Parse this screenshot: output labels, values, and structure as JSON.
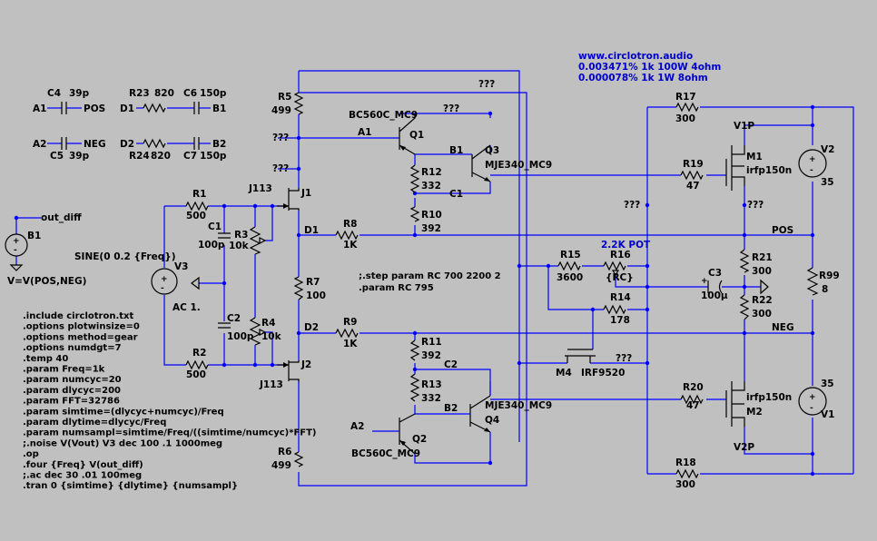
{
  "header": {
    "url": "www.circlotron.audio",
    "line1": "0.003471% 1k 100W 4ohm",
    "line2": "0.000078% 1k 1W 8ohm"
  },
  "unknown_label": "???",
  "legend": {
    "c4": "C4",
    "c4v": "39p",
    "a1": "A1",
    "pos": "POS",
    "r23": "R23",
    "r23v": "820",
    "c6": "C6",
    "c6v": "150p",
    "d1": "D1",
    "b1": "B1",
    "a2": "A2",
    "neg": "NEG",
    "c5": "C5",
    "c5v": "39p",
    "d2": "D2",
    "b2": "B2",
    "r24": "R24",
    "r24v": "820",
    "c7": "C7",
    "c7v": "150p"
  },
  "source_b1": {
    "net": "out_diff",
    "name": "B1",
    "expr": "V=V(POS,NEG)"
  },
  "source_v3": {
    "expr": "SINE(0 0.2 {Freq})",
    "name": "V3",
    "ac": "AC 1."
  },
  "components": {
    "r5": {
      "name": "R5",
      "value": "499"
    },
    "r1": {
      "name": "R1",
      "value": "500"
    },
    "r2": {
      "name": "R2",
      "value": "500"
    },
    "c1": {
      "name": "C1",
      "value": "100p"
    },
    "c2": {
      "name": "C2",
      "value": "100p"
    },
    "r3": {
      "name": "R3",
      "value": "10k"
    },
    "r4": {
      "name": "R4",
      "value": "10k"
    },
    "j1": {
      "name": "J1",
      "model": "J113"
    },
    "j2": {
      "name": "J2",
      "model": "J113"
    },
    "r7": {
      "name": "R7",
      "value": "100"
    },
    "r8": {
      "name": "R8",
      "value": "1K"
    },
    "r9": {
      "name": "R9",
      "value": "1K"
    },
    "r6": {
      "name": "R6",
      "value": "499"
    },
    "q1": {
      "name": "Q1",
      "model": "BC560C_MC9"
    },
    "q2": {
      "name": "Q2",
      "model": "BC560C_MC9"
    },
    "q3": {
      "name": "Q3",
      "model": "MJE340_MC9"
    },
    "q4": {
      "name": "Q4",
      "model": "MJE340_MC9"
    },
    "r12": {
      "name": "R12",
      "value": "332"
    },
    "r10": {
      "name": "R10",
      "value": "392"
    },
    "r11": {
      "name": "R11",
      "value": "392"
    },
    "r13": {
      "name": "R13",
      "value": "332"
    },
    "r15": {
      "name": "R15",
      "value": "3600"
    },
    "r16": {
      "name": "R16",
      "value": "{RC}",
      "note": "2.2K POT"
    },
    "r14": {
      "name": "R14",
      "value": "178"
    },
    "m4": {
      "name": "M4",
      "model": "IRF9520"
    },
    "r17": {
      "name": "R17",
      "value": "300"
    },
    "r18": {
      "name": "R18",
      "value": "300"
    },
    "r19": {
      "name": "R19",
      "value": "47"
    },
    "r20": {
      "name": "R20",
      "value": "47"
    },
    "m1": {
      "name": "M1",
      "model": "irfp150n"
    },
    "m2": {
      "name": "M2",
      "model": "irfp150n"
    },
    "r21": {
      "name": "R21",
      "value": "300"
    },
    "r22": {
      "name": "R22",
      "value": "300"
    },
    "c3": {
      "name": "C3",
      "value": "100µ"
    },
    "r99": {
      "name": "R99",
      "value": "8"
    },
    "v2": {
      "name": "V2",
      "value": "35"
    },
    "v1": {
      "name": "V1",
      "value": "35"
    }
  },
  "nets": {
    "a1": "A1",
    "b1": "B1",
    "c1": "C1",
    "d1": "D1",
    "pos": "POS",
    "a2": "A2",
    "b2": "B2",
    "c2": "C2",
    "d2": "D2",
    "neg": "NEG",
    "v1p": "V1P",
    "v2p": "V2P"
  },
  "param_directives": {
    "step": ";.step param RC  700 2200 2",
    "param": ".param RC  795"
  },
  "directives": [
    ".include circlotron.txt",
    ".options plotwinsize=0",
    ".options method=gear",
    ".options numdgt=7",
    ".temp 40",
    ".param Freq=1k",
    ".param numcyc=20",
    ".param dlycyc=200",
    ".param FFT=32786",
    ".param simtime=(dlycyc+numcyc)/Freq",
    ".param dlytime=dlycyc/Freq",
    ".param numsampl=simtime/Freq/((simtime/numcyc)*FFT)",
    ";.noise V(Vout) V3 dec 100 .1 1000meg",
    ".op",
    ".four {Freq} V(out_diff)",
    ";.ac dec 30 .01 100meg",
    ".tran 0 {simtime} {dlytime} {numsampl}"
  ],
  "colors": {
    "background": "#c0c0c0",
    "wire": "#0000ff",
    "component": "#000000",
    "text": "#000000",
    "link_text": "#0000cc"
  }
}
